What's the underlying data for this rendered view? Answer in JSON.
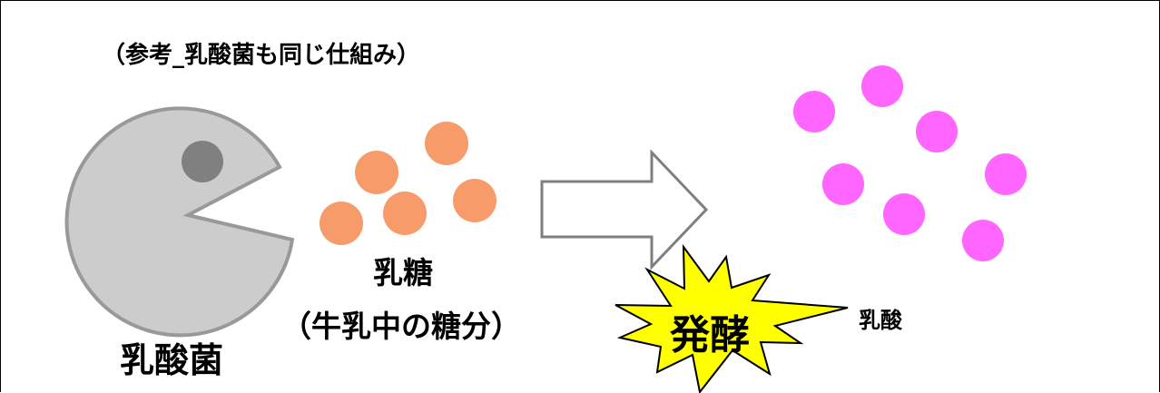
{
  "heading": "（参考_乳酸菌も同じ仕組み）",
  "bacteria_label": "乳酸菌",
  "lactose_label": "乳糖",
  "lactose_sublabel": "（牛乳中の糖分）",
  "fermentation_label": "発酵",
  "lactic_acid_label": "乳酸",
  "colors": {
    "bacteria_fill": "#cccccc",
    "bacteria_stroke": "#999999",
    "bacteria_eye": "#808080",
    "lactose_dot": "#f79b6b",
    "lactic_acid_dot": "#ff66ff",
    "arrow_fill": "#ffffff",
    "arrow_stroke": "#7f7f7f",
    "burst_fill": "#ffff00",
    "burst_stroke": "#000000"
  }
}
